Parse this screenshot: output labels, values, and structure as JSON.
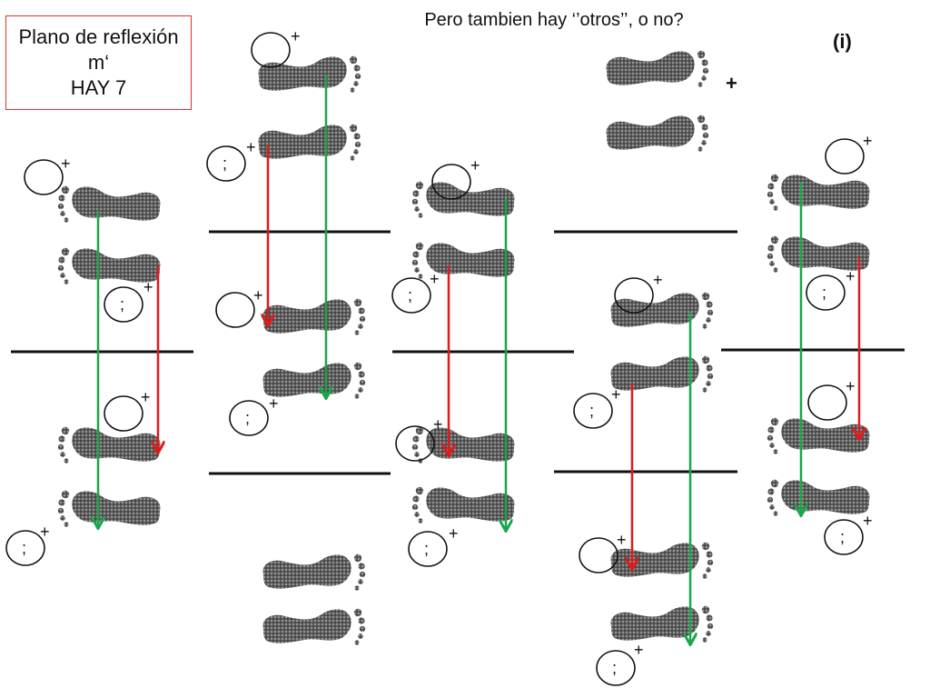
{
  "plane_label": {
    "line1": "Plano de reflexión",
    "line2": "m‘",
    "line3": "HAY 7"
  },
  "question": "Pero tambien hay ‘’otros’’, o no?",
  "case_label": "(i)",
  "glyphs": {
    "plus": "+",
    "semicolon": ";"
  },
  "colors": {
    "footprint": "#4a4a4a",
    "mirror_line": "#111111",
    "arrow_red": "#e01b1b",
    "arrow_green": "#1aa64a",
    "box_border": "#e0302a"
  }
}
